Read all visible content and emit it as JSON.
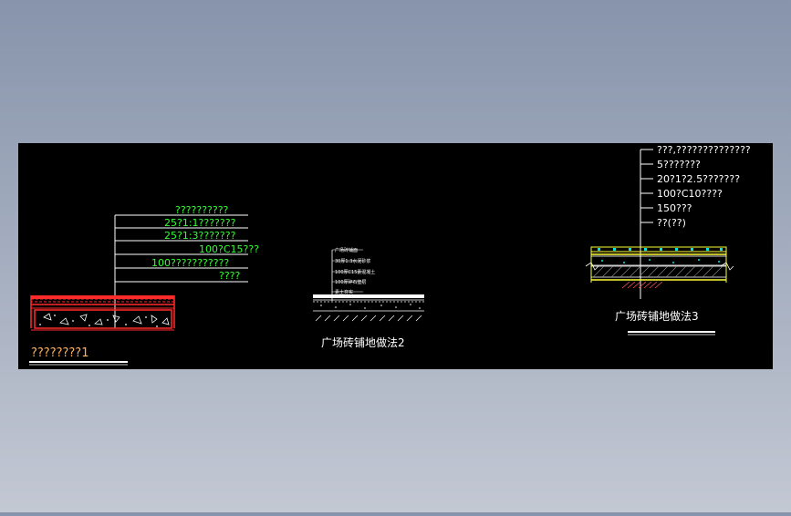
{
  "colors": {
    "background": "#000000",
    "green": "#33ff33",
    "white": "#ffffff",
    "red": "#ff2a2a",
    "yellow": "#ffff33",
    "cyan": "#00e5e5",
    "orange_title": "#ffb060",
    "hatch_red": "#ff4d4d"
  },
  "detail1": {
    "labels": [
      "??????????",
      "25?1:1???????",
      "25?1:3???????",
      "100?C15???",
      "100???????????",
      "????"
    ],
    "title": "????????1"
  },
  "detail2": {
    "labels": [
      "广场砖铺面",
      "30厚1:3水泥砂浆",
      "100厚C15素混凝土",
      "100厚碎石垫层",
      "素土夯实"
    ],
    "title": "广场砖铺地做法2"
  },
  "detail3": {
    "labels": [
      "???,??????????????",
      "5???????",
      "20?1?2.5???????",
      "100?C10????",
      "150???",
      "??(??)"
    ],
    "title": "广场砖铺地做法3"
  }
}
